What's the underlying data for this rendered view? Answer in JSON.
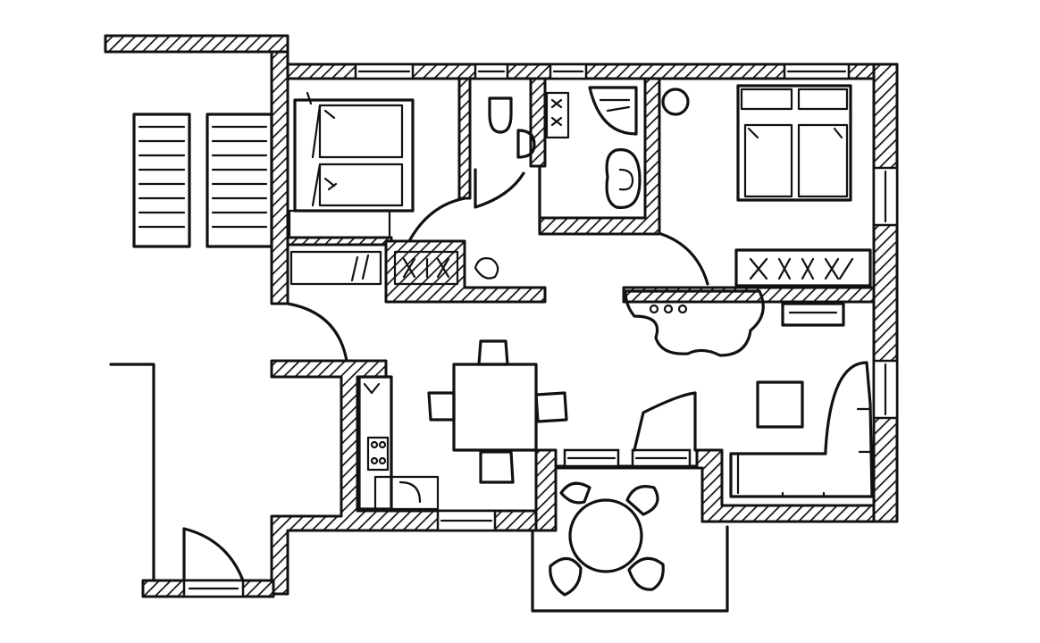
{
  "colors": {
    "ink": "#111111",
    "paper": "#ffffff"
  },
  "rooms": [
    {
      "id": "bedroom-left",
      "furniture": [
        "double-bed",
        "wardrobe"
      ]
    },
    {
      "id": "wc",
      "furniture": [
        "toilet",
        "sink"
      ]
    },
    {
      "id": "shower-room",
      "furniture": [
        "shower",
        "washbasin",
        "toilet"
      ]
    },
    {
      "id": "bedroom-right",
      "furniture": [
        "double-bed",
        "wardrobe",
        "bedside-lamp"
      ]
    },
    {
      "id": "hallway",
      "furniture": [
        "coat-rack",
        "wardrobe",
        "stool"
      ]
    },
    {
      "id": "kitchen-dining",
      "furniture": [
        "kitchenette",
        "dining-table",
        "chairs"
      ]
    },
    {
      "id": "living-room",
      "furniture": [
        "corner-sofa",
        "coffee-table",
        "sideboard",
        "cabinet"
      ]
    },
    {
      "id": "balcony",
      "furniture": [
        "round-table",
        "chairs"
      ]
    },
    {
      "id": "outdoor-stairs",
      "furniture": [
        "stair-steps"
      ]
    }
  ]
}
